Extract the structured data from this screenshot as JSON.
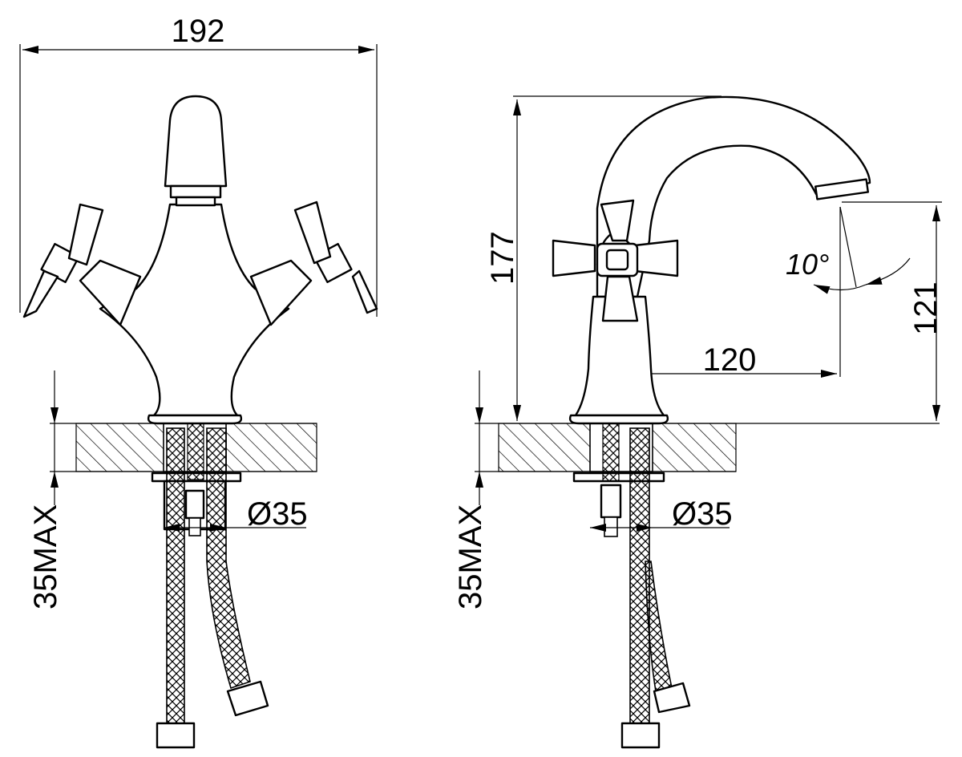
{
  "dimensions": {
    "front_width": "192",
    "front_mount_max": "35MAX",
    "front_hole_diameter": "Ø35",
    "side_height": "177",
    "side_spout_height": "121",
    "side_reach": "120",
    "side_angle": "10°",
    "side_mount_max": "35MAX",
    "side_hole_diameter": "Ø35"
  },
  "colors": {
    "line": "#000000",
    "background": "#ffffff"
  }
}
